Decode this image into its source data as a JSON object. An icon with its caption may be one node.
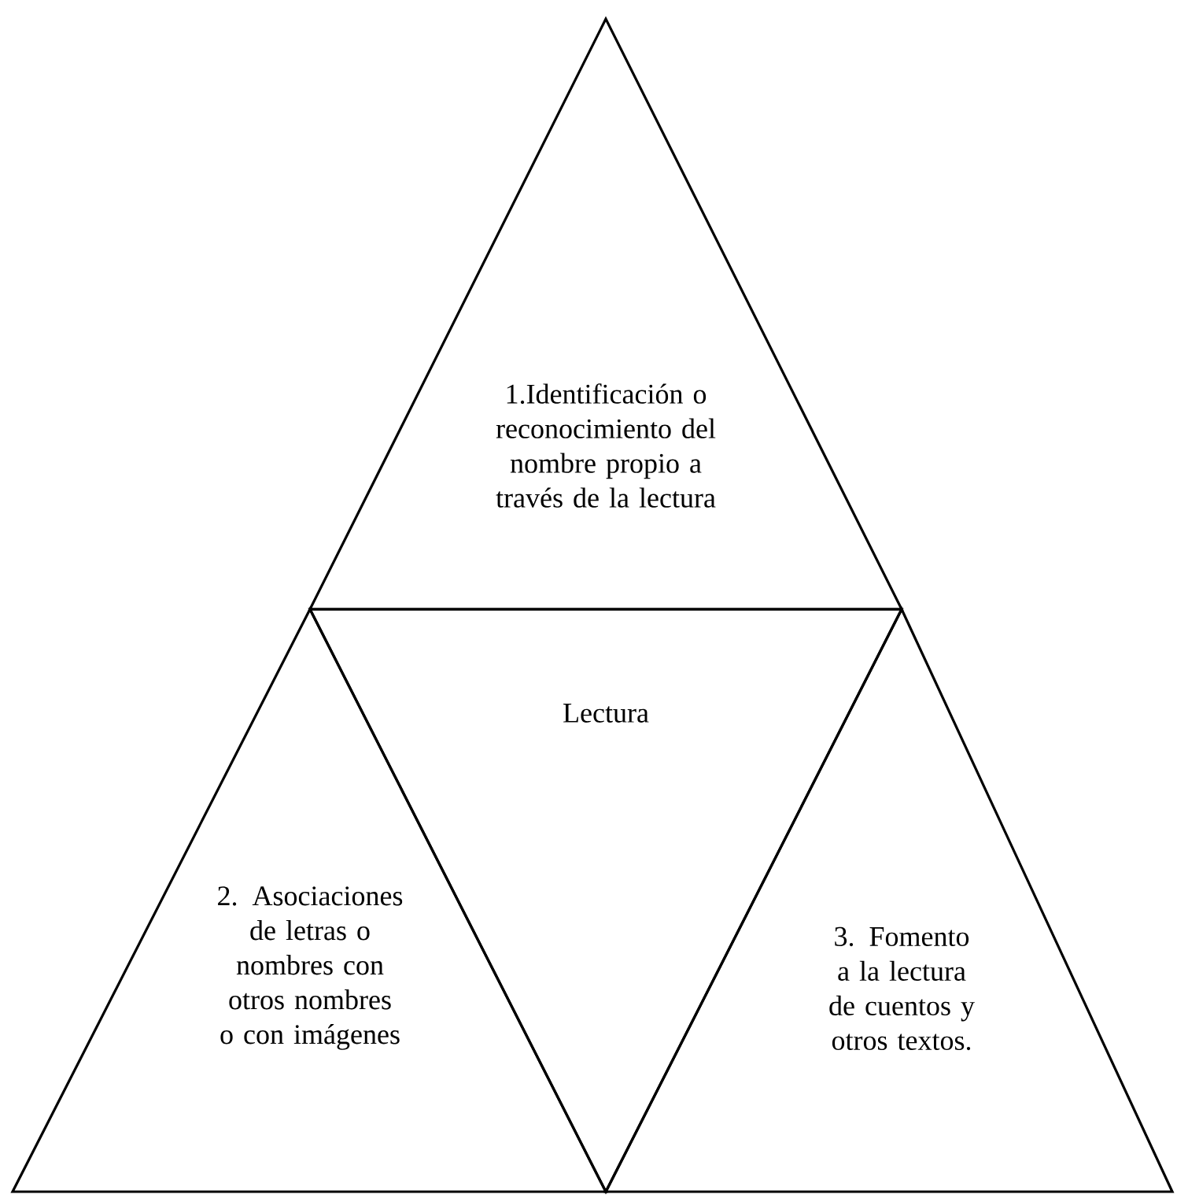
{
  "diagram": {
    "nodes": [
      {
        "text": [
          "1.Identificación o reconocimiento del nombre propio a través de la lectura"
        ]
      },
      {
        "text": [
          "Lectura"
        ]
      },
      {
        "text": [
          "2. Asociaciones de letras o nombres con otros nombres o con imágenes"
        ]
      },
      {
        "text": [
          "3. Fomento a la lectura de cuentos y otros textos."
        ]
      }
    ]
  }
}
